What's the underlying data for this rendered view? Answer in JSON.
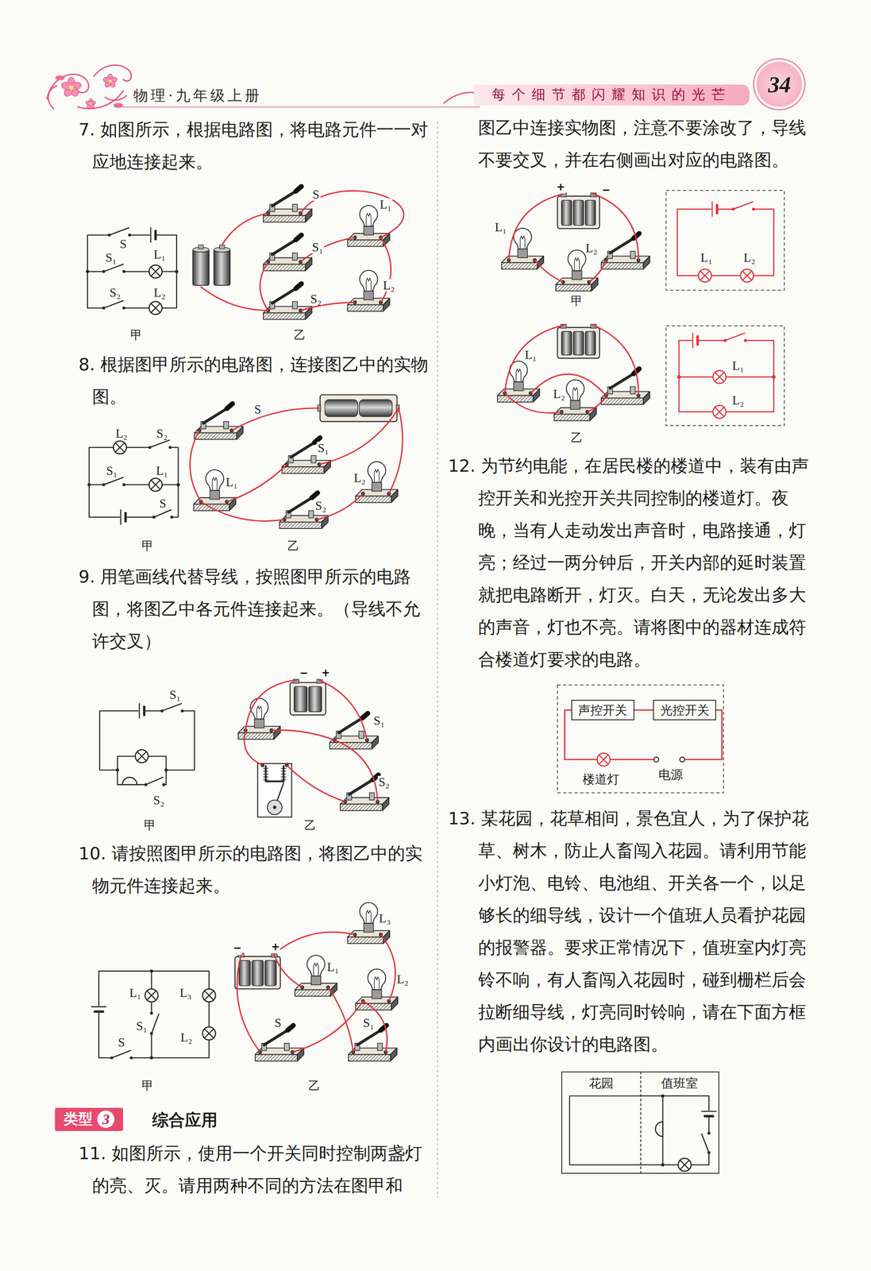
{
  "diagram": {
    "nodes": [
      {
        "text": [
          "每个细节都闪耀知识的光芒"
        ]
      },
      {
        "text": [
          "34"
        ]
      },
      {
        "text": [
          "类型",
          "3"
        ]
      },
      {
        "text": [
          "声控开关"
        ]
      },
      {
        "text": [
          "光控开关"
        ]
      },
      {
        "text": [
          "花园"
        ]
      },
      {
        "text": [
          "值班室"
        ]
      }
    ],
    "edges": [
      {
        "from": 3,
        "to": 4,
        "arrow": "none"
      }
    ],
    "labels": [
      "物理·九年级上册",
      "7. 如图所示，根据电路图，将电路元件一一对应地连接起来。",
      "S",
      "S₁",
      "L₁",
      "S₂",
      "L₂",
      "甲",
      "S",
      "L₁",
      "S₁",
      "L₂",
      "S₂",
      "乙",
      "8. 根据图甲所示的电路图，连接图乙中的实物图。",
      "L₂",
      "S₂",
      "S₁",
      "L₁",
      "S",
      "甲",
      "S",
      "S₁",
      "L₁",
      "L₂",
      "S₂",
      "乙",
      "9. 用笔画线代替导线，按照图甲所示的电路图，将图乙中各元件连接起来。（导线不允许交叉）",
      "S₁",
      "S₂",
      "甲",
      "−",
      "+",
      "S₁",
      "S₂",
      "乙",
      "10. 请按照图甲所示的电路图，将图乙中的实物元件连接起来。",
      "L₁",
      "L₃",
      "S₁",
      "L₂",
      "S",
      "甲",
      "L₃",
      "−",
      "+",
      "L₁",
      "L₂",
      "S",
      "S₁",
      "乙",
      "综合应用",
      "11. 如图所示，使用一个开关同时控制两盏灯的亮、灭。请用两种不同的方法在图甲和",
      "图乙中连接实物图，注意不要涂改了，导线不要交叉，并在右侧画出对应的电路图。",
      "+",
      "−",
      "L₁",
      "L₂",
      "甲",
      "L₁",
      "L₂",
      "L₁",
      "L₂",
      "乙",
      "L₁",
      "L₂",
      "12. 为节约电能，在居民楼的楼道中，装有由声控开关和光控开关共同控制的楼道灯。夜晚，当有人走动发出声音时，电路接通，灯亮；经过一两分钟后，开关内部的延时装置就把电路断开，灯灭。白天，无论发出多大的声音，灯也不亮。请将图中的器材连成符合楼道灯要求的电路。",
      "楼道灯",
      "电源",
      "13. 某花园，花草相间，景色宜人，为了保护花草、树木，防止人畜闯入花园。请利用节能小灯泡、电铃、电池组、开关各一个，以足够长的细导线，设计一个值班人员看护花园的报警器。要求正常情况下，值班室内灯亮铃不响，有人畜闯入花园时，碰到栅栏后会拉断细导线，灯亮同时铃响，请在下面方框内画出你设计的电路图。"
    ]
  }
}
